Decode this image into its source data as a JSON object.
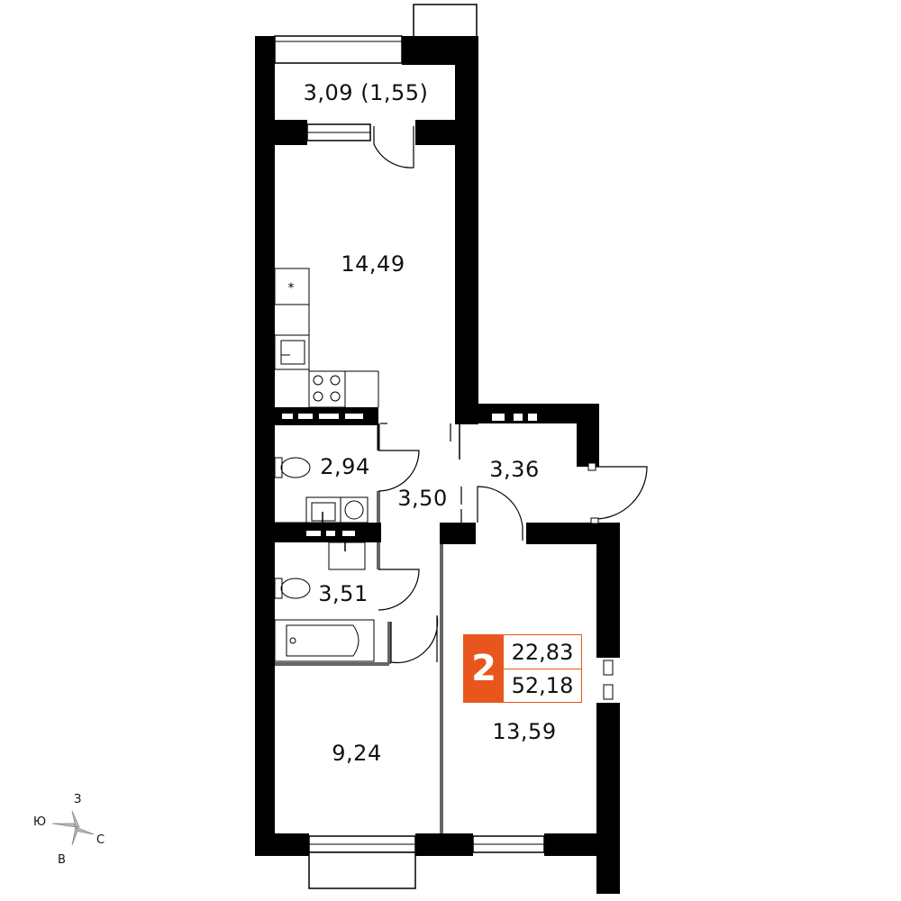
{
  "rooms": {
    "balcony": "3,09 (1,55)",
    "kitchen": "14,49",
    "wc1": "2,94",
    "hall": "3,50",
    "entry": "3,36",
    "bath": "3,51",
    "bedroom_small": "9,24",
    "bedroom_large": "13,59"
  },
  "summary": {
    "rooms_count": "2",
    "living_area": "22,83",
    "total_area": "52,18"
  },
  "compass": {
    "north": "З",
    "east": "С",
    "south": "В",
    "west": "Ю"
  },
  "colors": {
    "wall": "#000000",
    "accent": "#e8561e",
    "partition": "#666666"
  }
}
